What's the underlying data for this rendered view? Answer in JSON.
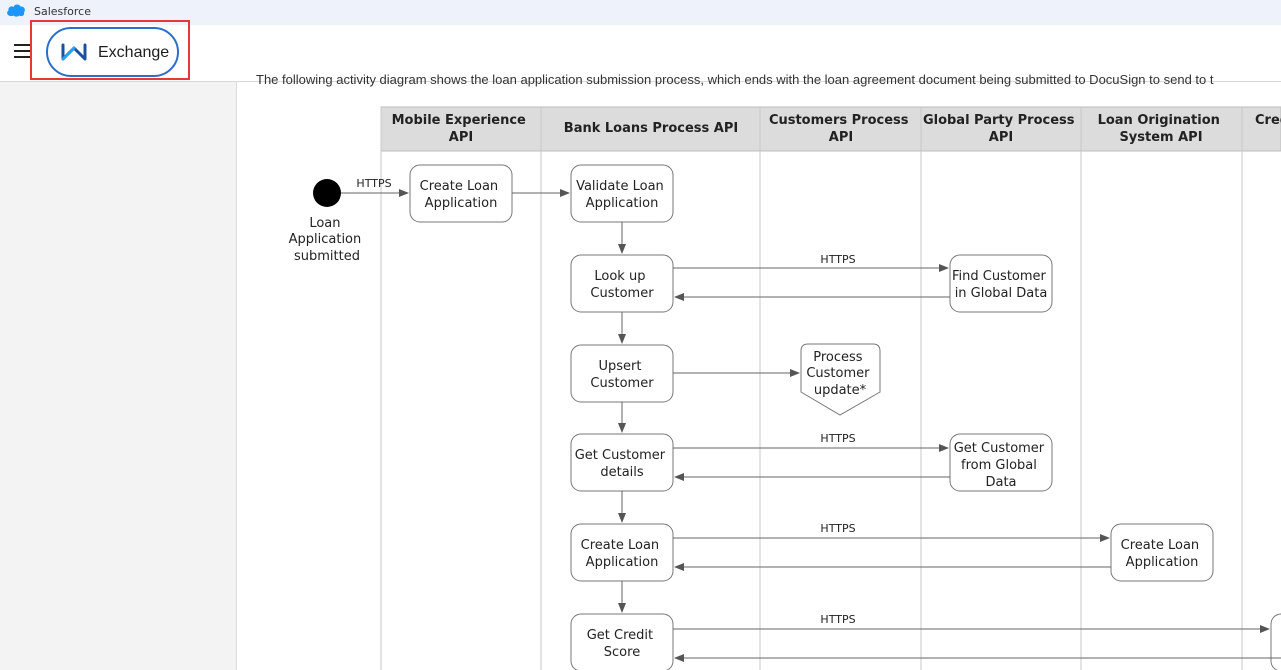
{
  "browser": {
    "tab_title": "Salesforce"
  },
  "header": {
    "app_name": "Exchange"
  },
  "intro_text": "The following activity diagram shows the loan application submission process, which ends with the loan agreement document being submitted to DocuSign to send to t",
  "diagram": {
    "lanes": [
      {
        "line1": "Mobile Experience",
        "line2": "API"
      },
      {
        "line1": "Bank Loans Process API",
        "line2": ""
      },
      {
        "line1": "Customers Process",
        "line2": "API"
      },
      {
        "line1": "Global Party Process",
        "line2": "API"
      },
      {
        "line1": "Loan Origination",
        "line2": "System API"
      },
      {
        "line1": "Cred",
        "line2": ""
      }
    ],
    "start": {
      "line1": "Loan",
      "line2": "Application",
      "line3": "submitted"
    },
    "nodes": {
      "create_loan_mobile": {
        "line1": "Create Loan",
        "line2": "Application"
      },
      "validate": {
        "line1": "Validate Loan",
        "line2": "Application"
      },
      "lookup": {
        "line1": "Look up",
        "line2": "Customer"
      },
      "find_global": {
        "line1": "Find Customer",
        "line2": "in Global Data"
      },
      "upsert": {
        "line1": "Upsert",
        "line2": "Customer"
      },
      "process_update": {
        "line1": "Process",
        "line2": "Customer",
        "line3": "update*"
      },
      "get_details": {
        "line1": "Get Customer",
        "line2": "details"
      },
      "get_global": {
        "line1": "Get Customer",
        "line2": "from Global",
        "line3": "Data"
      },
      "create_loan_bank": {
        "line1": "Create Loan",
        "line2": "Application"
      },
      "create_loan_los": {
        "line1": "Create Loan",
        "line2": "Application"
      },
      "credit_score": {
        "line1": "Get Credit",
        "line2": "Score"
      }
    },
    "edge_label": "HTTPS"
  }
}
